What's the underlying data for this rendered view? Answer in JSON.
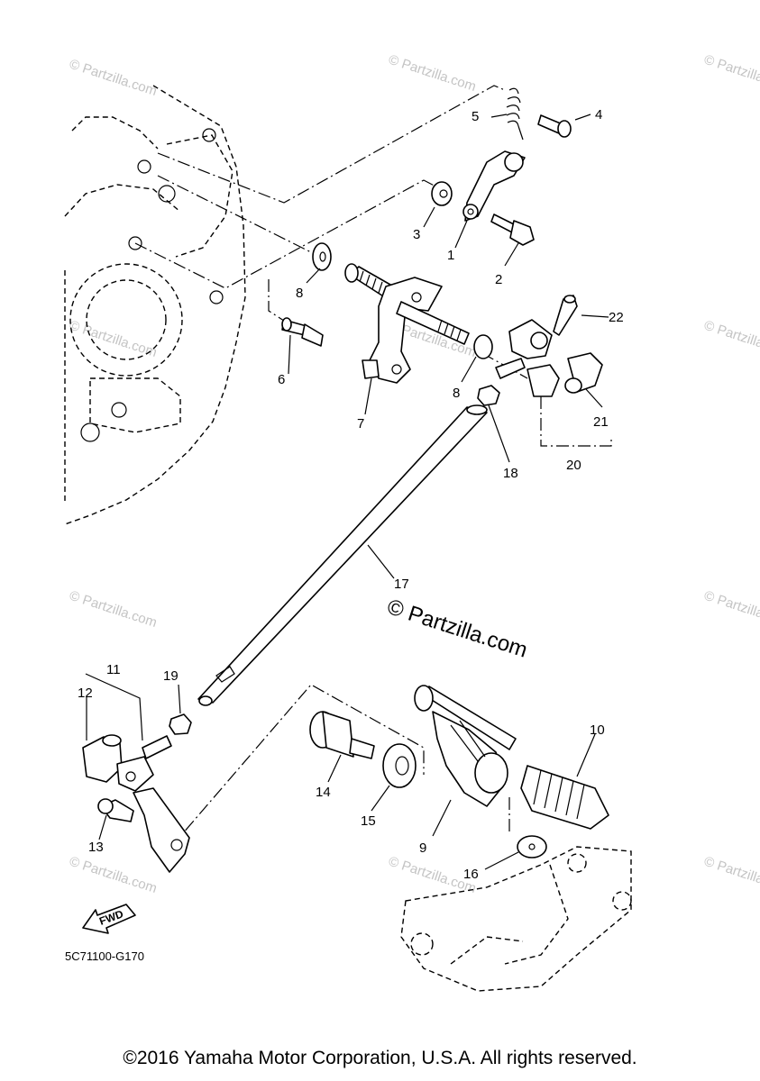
{
  "watermark": {
    "small": "© Partzilla.com",
    "large": "© Partzilla.com"
  },
  "diagram_code": "5C71100-G170",
  "fwd_label": "FWD",
  "callouts": [
    "1",
    "2",
    "3",
    "4",
    "5",
    "6",
    "7",
    "8",
    "8",
    "9",
    "10",
    "11",
    "12",
    "13",
    "14",
    "15",
    "16",
    "17",
    "18",
    "19",
    "20",
    "21",
    "22"
  ],
  "footer": {
    "copyright": "©2016 Yamaha Motor Corporation, U.S.A. All rights reserved."
  }
}
